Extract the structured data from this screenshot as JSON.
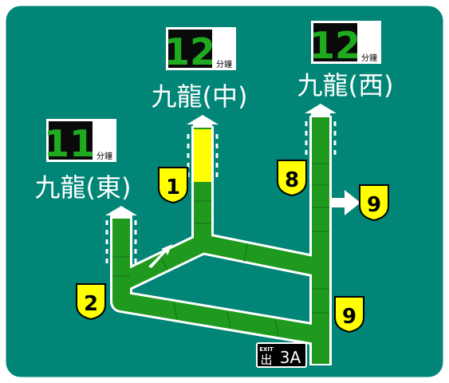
{
  "colors": {
    "board": "#008577",
    "road": "#1f9a1f",
    "congested": "#ffff00",
    "timer_bg": "#0a0a0a",
    "timer_digit": "#1faa1f",
    "border": "#ffffff",
    "route_badge": "#ffff00"
  },
  "destinations": [
    {
      "id": "east",
      "name": "九龍(東)",
      "minutes": "11",
      "unit": "分鐘"
    },
    {
      "id": "central",
      "name": "九龍(中)",
      "minutes": "12",
      "unit": "分鐘"
    },
    {
      "id": "west",
      "name": "九龍(西)",
      "minutes": "12",
      "unit": "分鐘"
    }
  ],
  "route_numbers": {
    "east": "2",
    "central": "1",
    "west": "8",
    "branch_right": "9",
    "main_right": "9"
  },
  "exit": {
    "word": "EXIT",
    "chinese": "出",
    "number": "3A"
  }
}
